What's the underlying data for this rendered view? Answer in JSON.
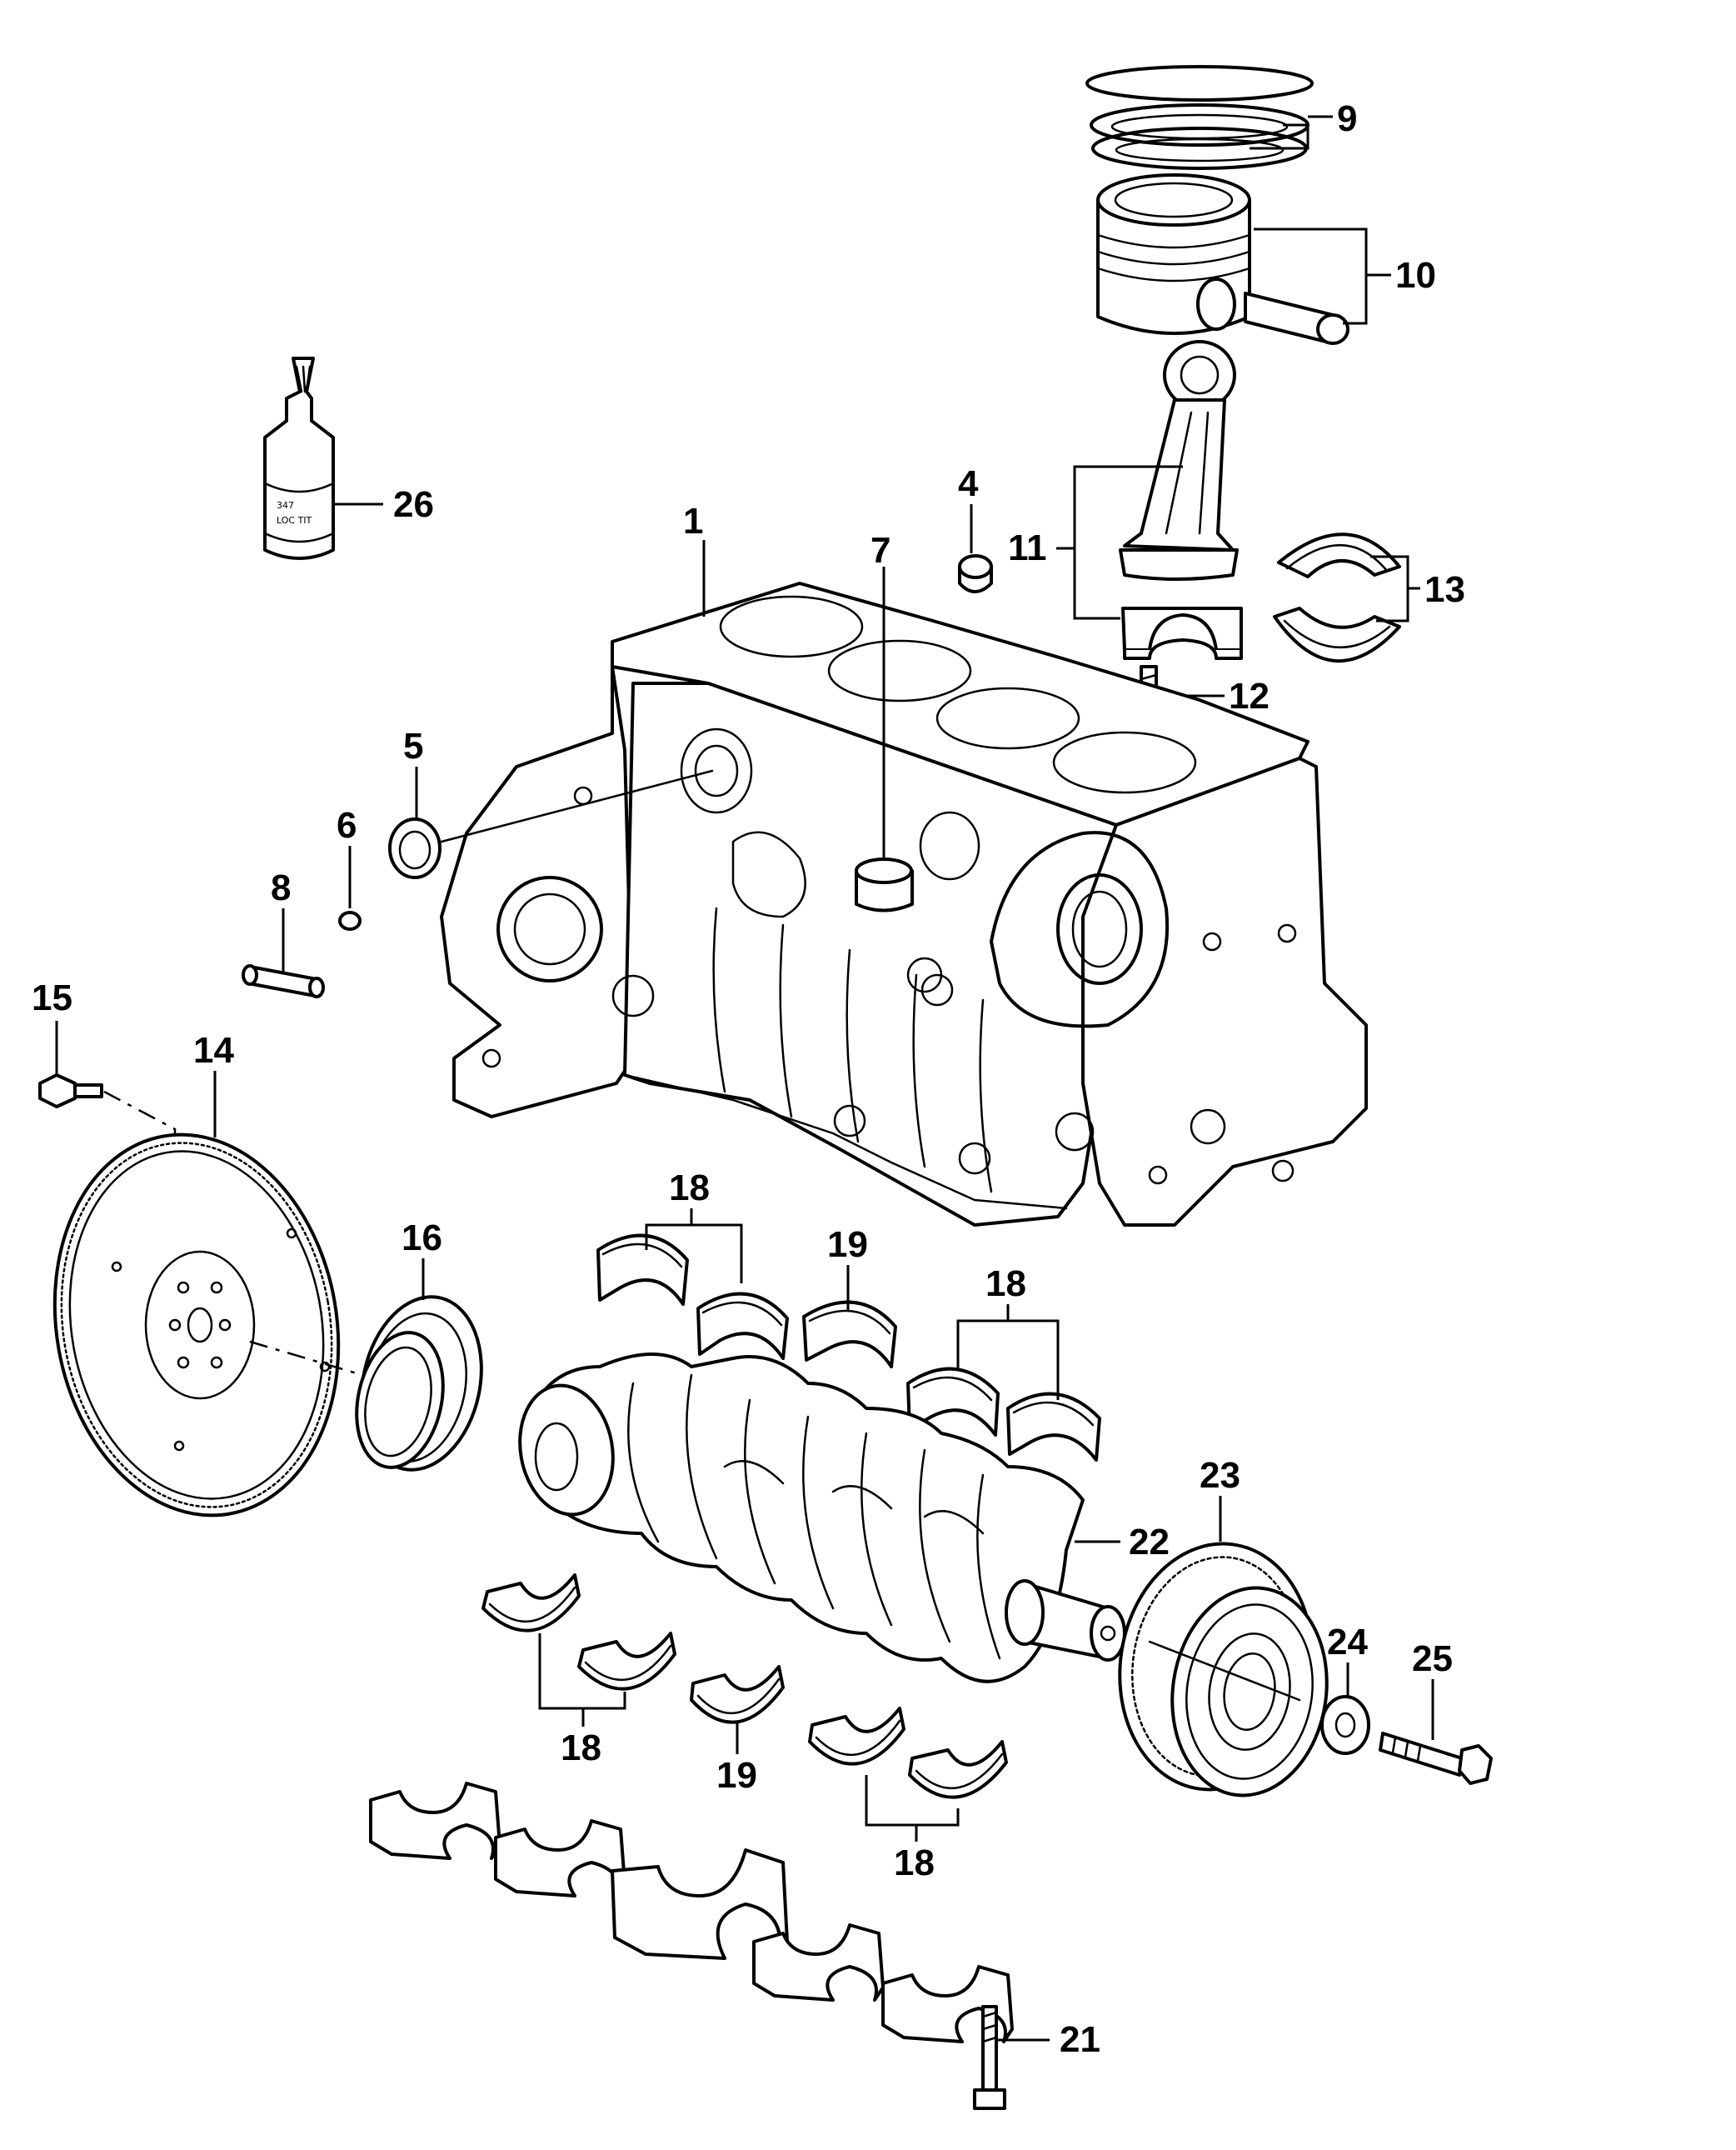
{
  "callouts": {
    "c1": "1",
    "c4": "4",
    "c5": "5",
    "c6": "6",
    "c7": "7",
    "c8": "8",
    "c9": "9",
    "c10": "10",
    "c11": "11",
    "c12": "12",
    "c13": "13",
    "c14": "14",
    "c15": "15",
    "c16": "16",
    "c18a": "18",
    "c18b": "18",
    "c18c": "18",
    "c18d": "18",
    "c19a": "19",
    "c19b": "19",
    "c21": "21",
    "c22": "22",
    "c23": "23",
    "c24": "24",
    "c25": "25",
    "c26": "26"
  },
  "bottle_label": {
    "line1": "347",
    "line2": "LOC TIT"
  }
}
